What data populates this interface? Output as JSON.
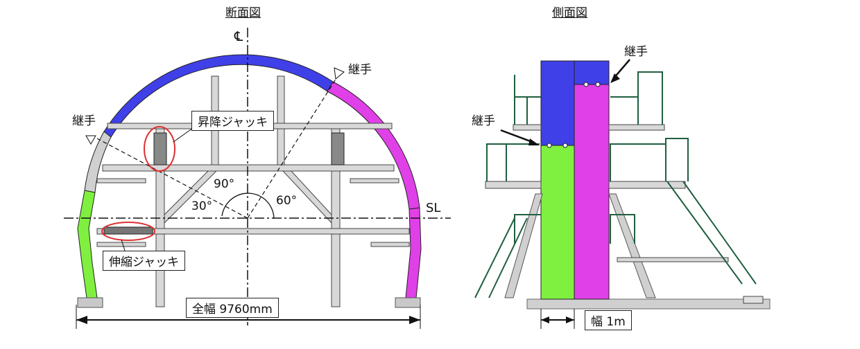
{
  "titles": {
    "section": "断面図",
    "side": "側面図"
  },
  "section_view": {
    "centerline": "℄",
    "joint_right": "継手",
    "joint_left": "継手",
    "lift_jack": "昇降ジャッキ",
    "angle_90": "90°",
    "angle_30": "30°",
    "angle_60": "60°",
    "springline": "SL",
    "telescopic_jack": "伸縮ジャッキ",
    "total_width": "全幅 9760mm"
  },
  "side_view": {
    "joint_top": "継手",
    "joint_left": "継手",
    "width": "幅 1m"
  },
  "colors": {
    "blue": "#4040e8",
    "magenta": "#e040e8",
    "green": "#80f040",
    "steel": "#c8c8c8",
    "railing": "#1f5f3f",
    "red_circle": "#e03030"
  }
}
